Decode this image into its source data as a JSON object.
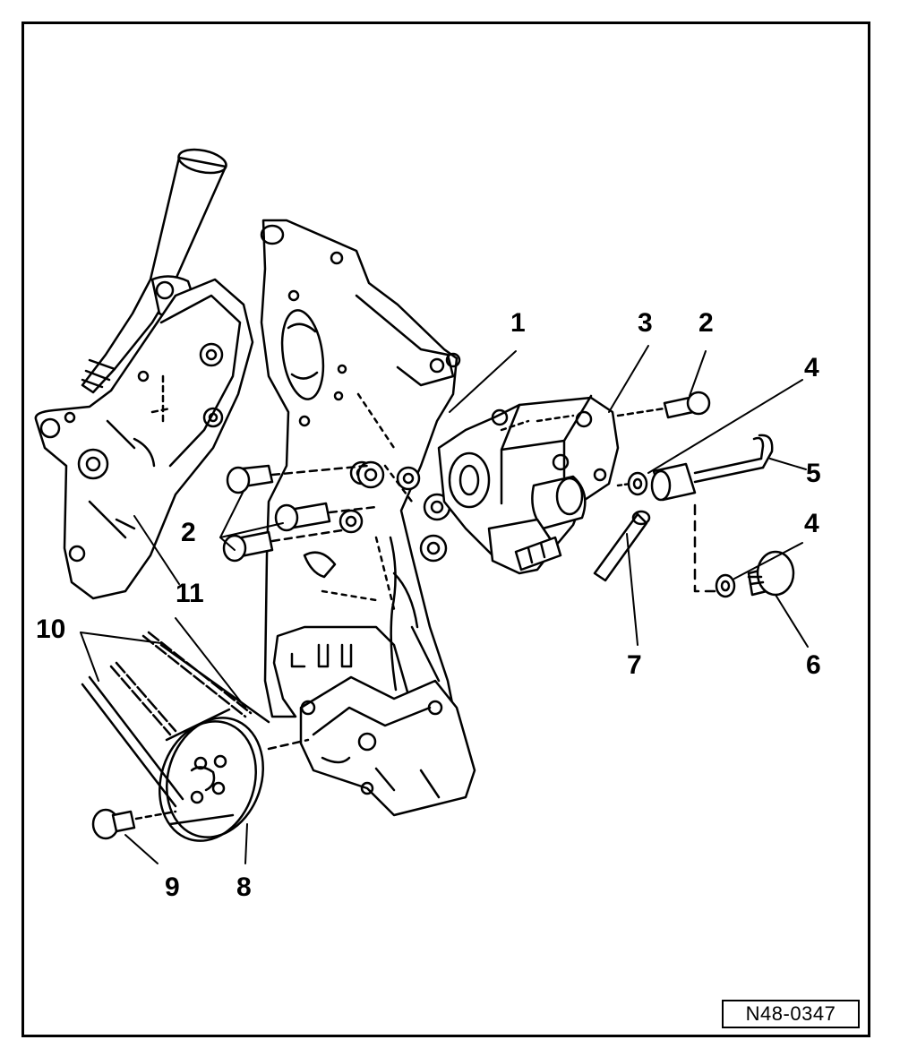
{
  "figure_id": "N48-0347",
  "callouts": {
    "c1": "1",
    "c2a": "2",
    "c2b": "2",
    "c3": "3",
    "c4a": "4",
    "c4b": "4",
    "c5": "5",
    "c6": "6",
    "c7": "7",
    "c8": "8",
    "c9": "9",
    "c10": "10",
    "c11": "11"
  },
  "colors": {
    "line": "#000000",
    "background": "#ffffff"
  }
}
